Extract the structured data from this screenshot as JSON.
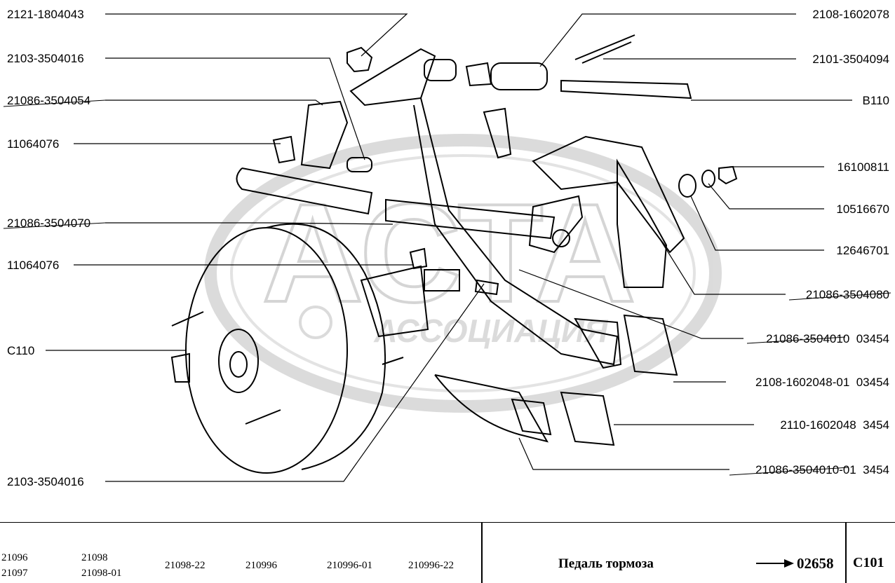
{
  "watermark": {
    "brand": "АСТА",
    "sub": "АССОЦИАЦИЯ"
  },
  "callouts_left": [
    "2121-1804043",
    "2103-3504016",
    "21086-3504054",
    "11064076",
    "21086-3504070",
    "11064076",
    "C110",
    "2103-3504016"
  ],
  "callouts_right": [
    "2108-1602078",
    "2101-3504094",
    "B110",
    "16100811",
    "10516670",
    "12646701",
    "21086-3504080",
    "21086-3504010  03454",
    "2108-1602048-01  03454",
    "2110-1602048  3454",
    "21086-3504010-01  3454"
  ],
  "footer": {
    "models": [
      "21096",
      "21097",
      "21098",
      "21098-01",
      "21098-22",
      "210996",
      "210996-01",
      "210996-22"
    ],
    "title": "Педаль тормоза",
    "number": "02658",
    "code": "C101"
  }
}
